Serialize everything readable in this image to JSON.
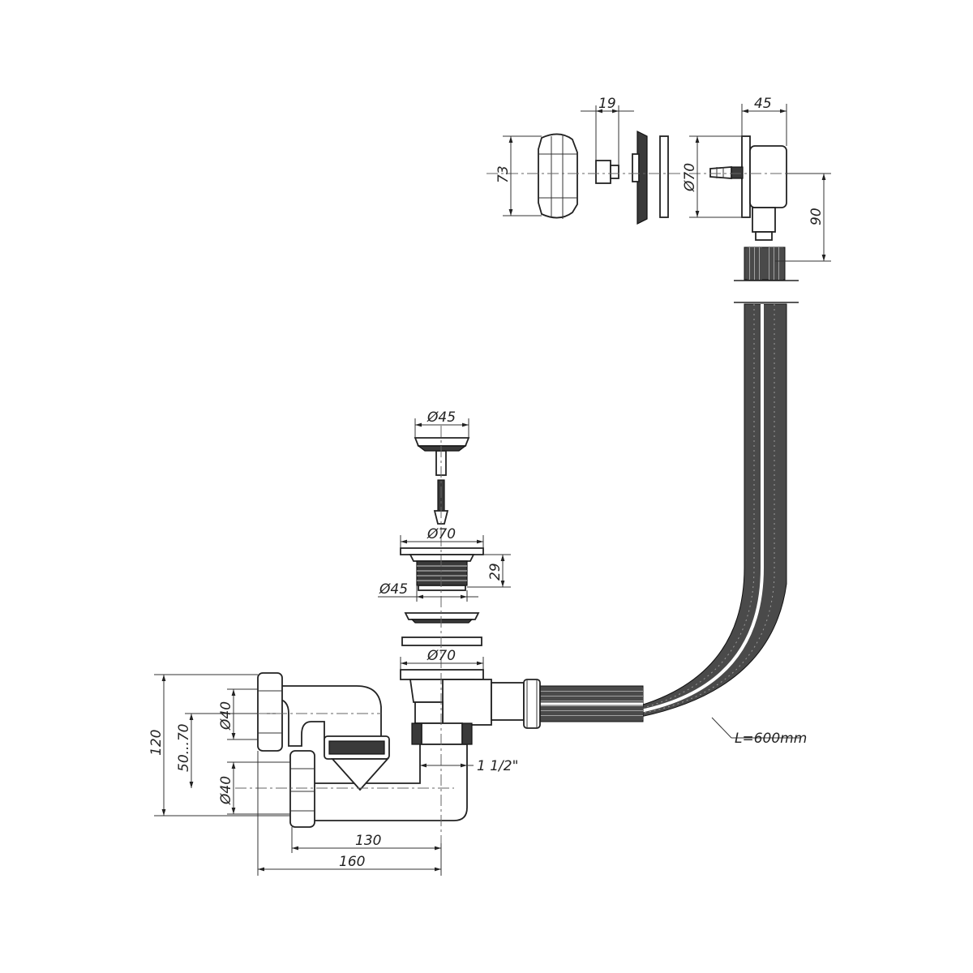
{
  "dimensions": {
    "overflow_depth": "45",
    "overflow_cap_height": "73",
    "overflow_pin": "19",
    "overflow_dia": "Ø70",
    "overflow_height": "90",
    "plug_dia": "Ø45",
    "drain_flange_dia": "Ø70",
    "drain_height": "29",
    "drain_thread_dia": "Ø45",
    "drain_washer_dia": "Ø70",
    "hose_length": "L=600mm",
    "thread_size": "1 1/2\"",
    "trap_outlet_dia_top": "Ø40",
    "trap_outlet_dia_bottom": "Ø40",
    "trap_height": "120",
    "trap_adjust": "50...70",
    "trap_width_inner": "130",
    "trap_width_outer": "160"
  },
  "colors": {
    "line": "#222222",
    "hose": "#4a4a4a",
    "background": "#ffffff"
  }
}
